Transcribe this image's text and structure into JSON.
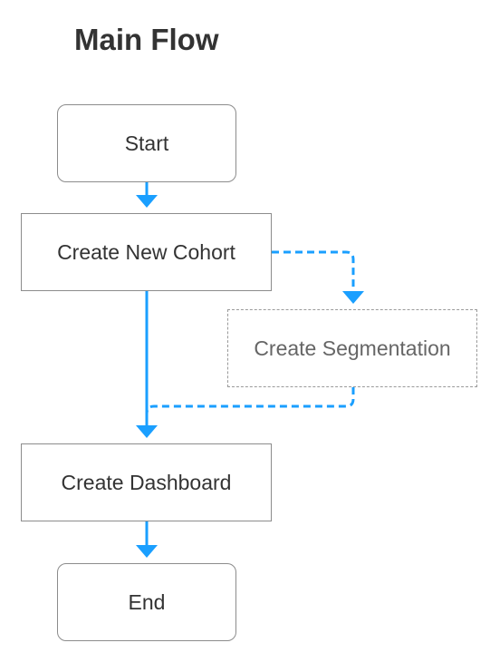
{
  "title": "Main Flow",
  "nodes": {
    "start": "Start",
    "create_new_cohort": "Create New Cohort",
    "create_segmentation": "Create Segmentation",
    "create_dashboard": "Create Dashboard",
    "end": "End"
  },
  "colors": {
    "connector": "#1a9fff",
    "node_border": "#8c8c8c",
    "optional_border": "#9a9a9a",
    "text": "#333333"
  }
}
